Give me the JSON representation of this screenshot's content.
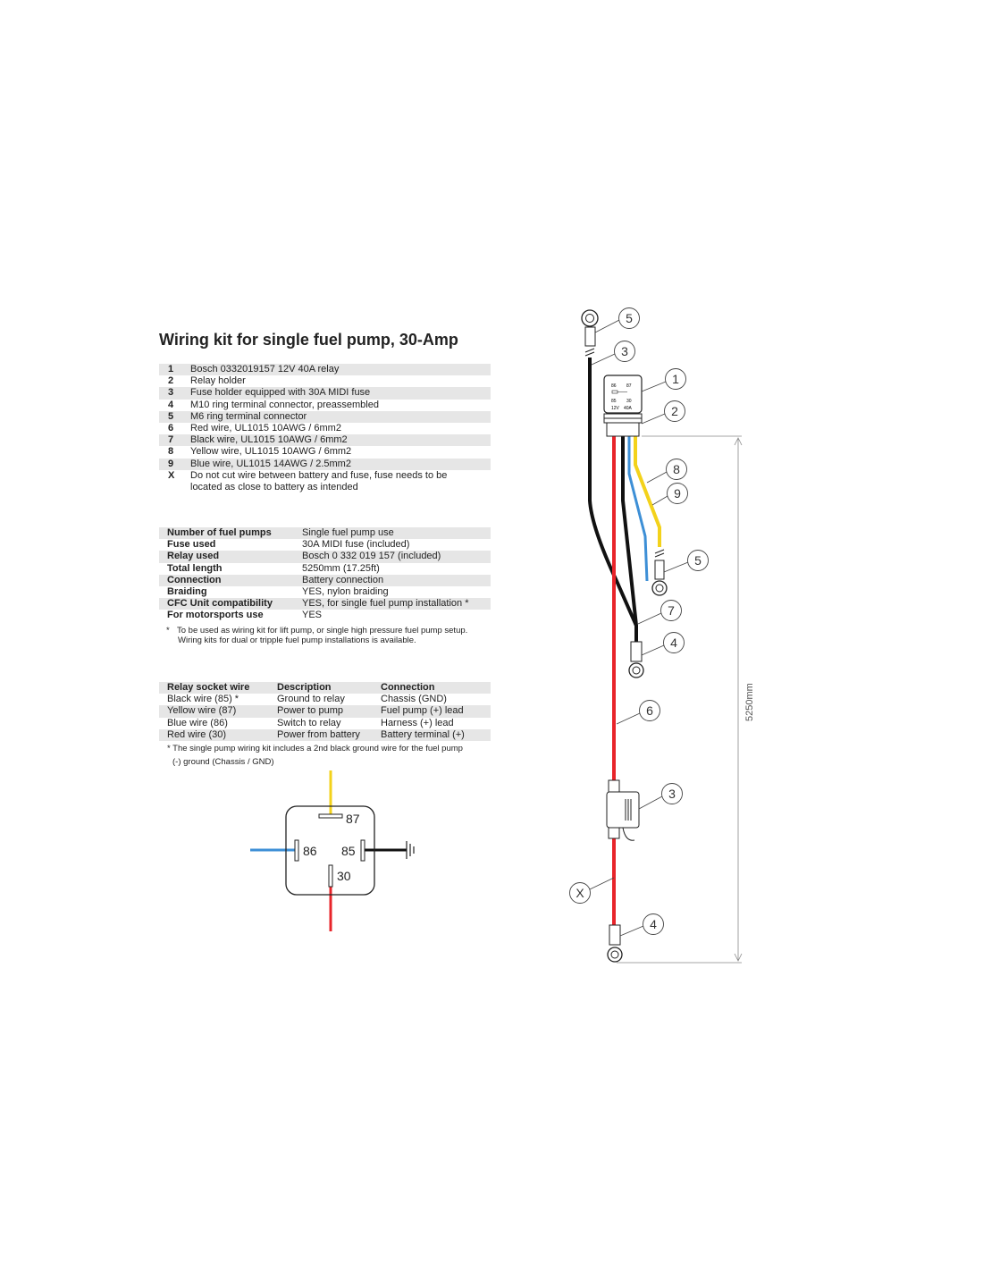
{
  "title": "Wiring kit for single fuel pump, 30-Amp",
  "parts": [
    {
      "num": "1",
      "desc": "Bosch 0332019157 12V 40A relay"
    },
    {
      "num": "2",
      "desc": "Relay holder"
    },
    {
      "num": "3",
      "desc": "Fuse holder equipped with 30A MIDI fuse"
    },
    {
      "num": "4",
      "desc": "M10 ring terminal connector, preassembled"
    },
    {
      "num": "5",
      "desc": "M6 ring terminal connector"
    },
    {
      "num": "6",
      "desc": "Red wire, UL1015 10AWG / 6mm2"
    },
    {
      "num": "7",
      "desc": "Black wire, UL1015 10AWG / 6mm2"
    },
    {
      "num": "8",
      "desc": "Yellow wire, UL1015 10AWG / 6mm2"
    },
    {
      "num": "9",
      "desc": "Blue wire, UL1015 14AWG / 2.5mm2"
    },
    {
      "num": "X",
      "desc": "Do not cut wire between battery and fuse, fuse needs to be",
      "desc2": "located as close to battery as intended"
    }
  ],
  "specs": [
    {
      "label": "Number of fuel pumps",
      "value": "Single fuel pump use"
    },
    {
      "label": "Fuse used",
      "value": "30A MIDI fuse (included)"
    },
    {
      "label": "Relay used",
      "value": "Bosch 0 332 019 157 (included)"
    },
    {
      "label": "Total length",
      "value": "5250mm (17.25ft)"
    },
    {
      "label": "Connection",
      "value": "Battery connection"
    },
    {
      "label": "Braiding",
      "value": "YES, nylon braiding"
    },
    {
      "label": "CFC Unit compatibility",
      "value": "YES, for single fuel pump installation *"
    },
    {
      "label": "For motorsports use",
      "value": "YES"
    }
  ],
  "specs_note": [
    "*",
    "To be used as wiring kit for lift pump, or single high pressure fuel pump setup.",
    "Wiring kits for dual or tripple fuel pump installations is available."
  ],
  "socket_table": {
    "headers": [
      "Relay socket wire",
      "Description",
      "Connection"
    ],
    "rows": [
      [
        "Black wire (85) *",
        "Ground to relay",
        "Chassis (GND)"
      ],
      [
        "Yellow wire (87)",
        "Power to pump",
        "Fuel pump (+) lead"
      ],
      [
        "Blue wire (86)",
        "Switch to relay",
        "Harness (+) lead"
      ],
      [
        "Red wire (30)",
        "Power from battery",
        "Battery terminal (+)"
      ]
    ],
    "note": [
      "* The single pump wiring kit includes a 2nd black ground wire for the fuel pump",
      "(-) ground (Chassis / GND)"
    ]
  },
  "relay_pins": {
    "p87": "87",
    "p86": "86",
    "p85": "85",
    "p30": "30"
  },
  "relay_face": {
    "t86": "86",
    "t87": "87",
    "t85": "85",
    "t30": "30",
    "volt": "12V",
    "amp": "40A"
  },
  "callouts": [
    "5",
    "3",
    "1",
    "2",
    "8",
    "9",
    "5",
    "7",
    "4",
    "6",
    "3",
    "X",
    "4"
  ],
  "dimension": "5250mm",
  "colors": {
    "red": "#e8242a",
    "black": "#111111",
    "blue": "#3d8fd6",
    "yellow": "#f3d21b",
    "row_shade": "#e6e6e6"
  }
}
